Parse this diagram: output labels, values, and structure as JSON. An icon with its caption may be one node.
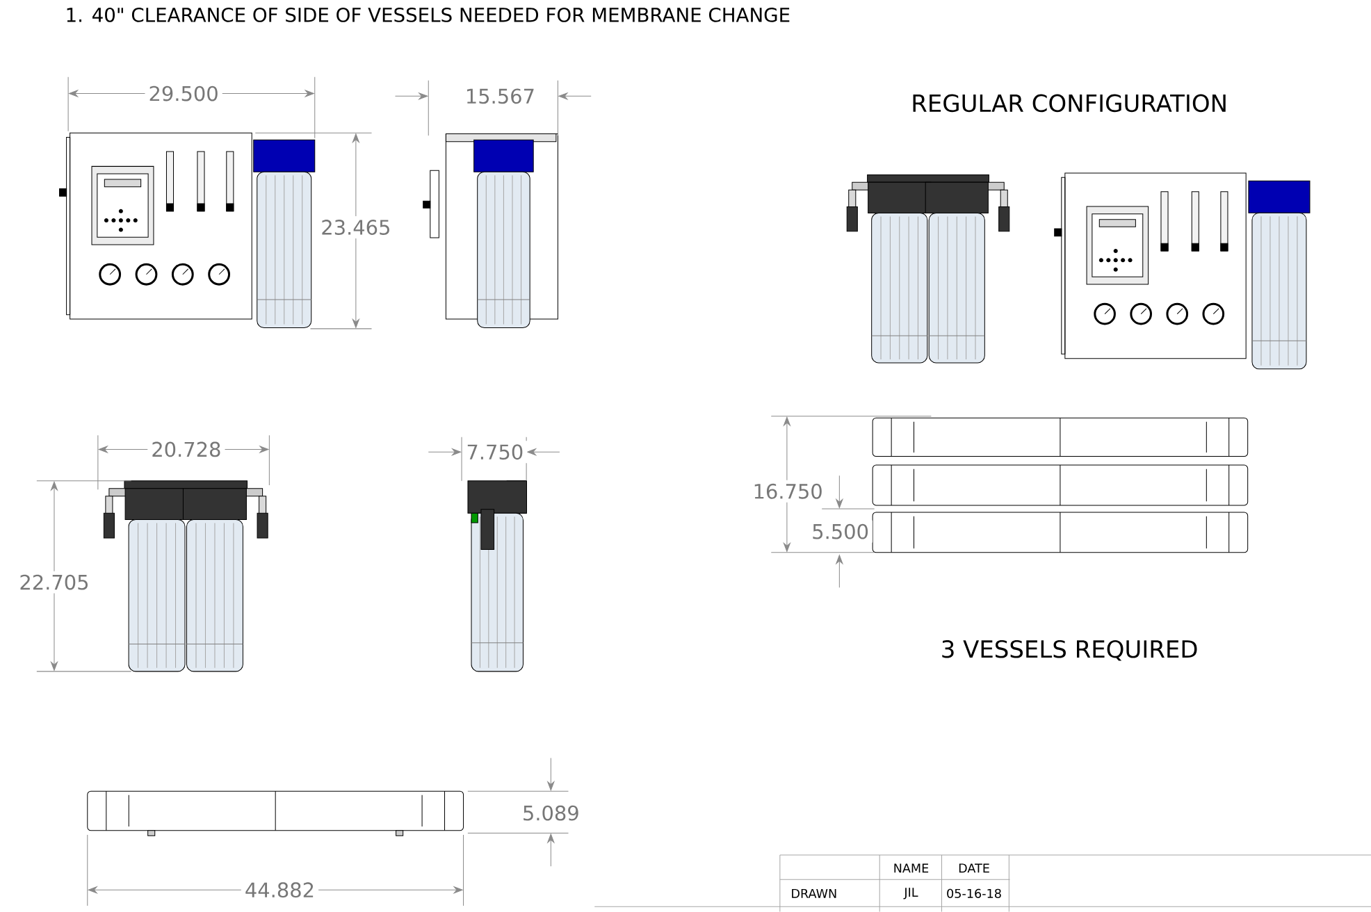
{
  "diagram": {
    "labels": [
      "1. 40\" CLEARANCE OF SIDE OF VESSELS NEEDED FOR MEMBRANE CHANGE",
      "29.500",
      "15.567",
      "23.465",
      "REGULAR CONFIGURATION",
      "20.728",
      "7.750",
      "22.705",
      "16.750",
      "5.500",
      "3 VESSELS REQUIRED",
      "5.089",
      "44.882",
      "NAME",
      "DATE",
      "DRAWN",
      "JIL",
      "05-16-18"
    ]
  }
}
